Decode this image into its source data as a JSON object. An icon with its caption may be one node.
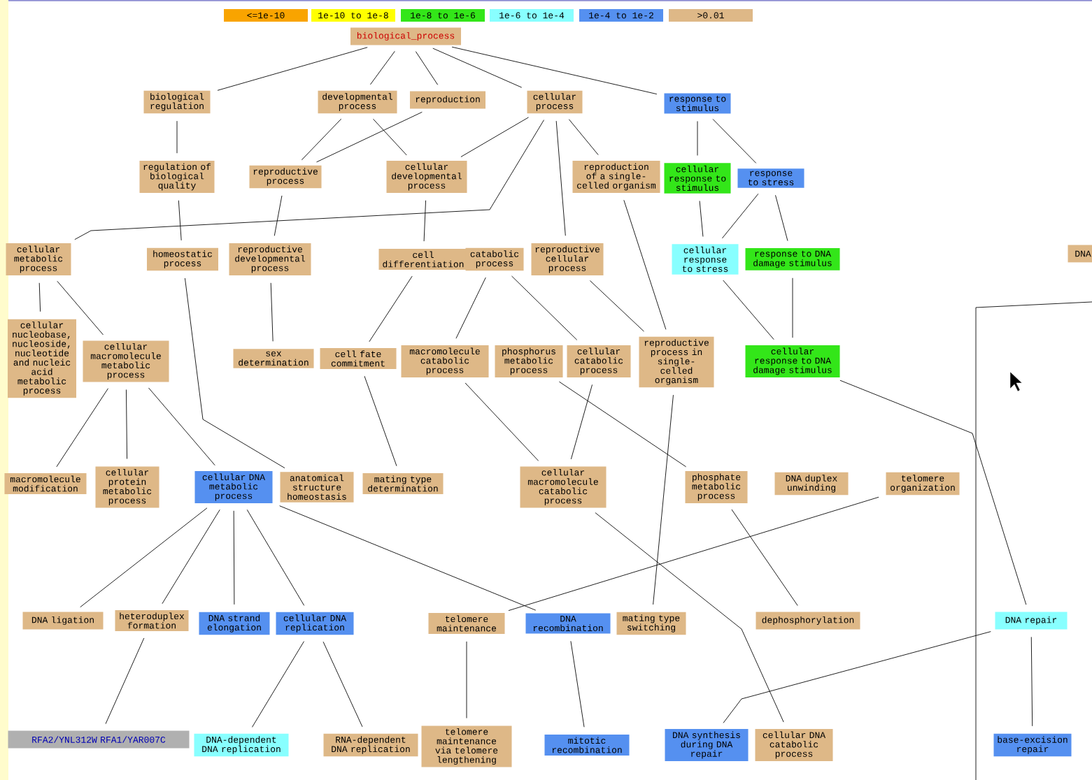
{
  "diagram": {
    "nodes": [
      {
        "text": [
          "biological_process"
        ]
      },
      {
        "text": [
          "biological regulation"
        ]
      },
      {
        "text": [
          "developmental process"
        ]
      },
      {
        "text": [
          "reproduction"
        ]
      },
      {
        "text": [
          "cellular process"
        ]
      },
      {
        "text": [
          "response to stimulus"
        ]
      },
      {
        "text": [
          "regulation of biological quality"
        ]
      },
      {
        "text": [
          "reproductive process"
        ]
      },
      {
        "text": [
          "cellular developmental process"
        ]
      },
      {
        "text": [
          "reproduction of a single-celled organism"
        ]
      },
      {
        "text": [
          "cellular response to stimulus"
        ]
      },
      {
        "text": [
          "response to stress"
        ]
      },
      {
        "text": [
          "cellular metabolic process"
        ]
      },
      {
        "text": [
          "homeostatic process"
        ]
      },
      {
        "text": [
          "reproductive developmental process"
        ]
      },
      {
        "text": [
          "cell differentiation"
        ]
      },
      {
        "text": [
          "catabolic process"
        ]
      },
      {
        "text": [
          "reproductive cellular process"
        ]
      },
      {
        "text": [
          "cellular response to stress"
        ]
      },
      {
        "text": [
          "response to DNA damage stimulus"
        ]
      },
      {
        "text": [
          "DNA"
        ]
      },
      {
        "text": [
          "cellular nucleobase, nucleoside, nucleotide and nucleic acid metabolic process"
        ]
      },
      {
        "text": [
          "cellular macromolecule metabolic process"
        ]
      },
      {
        "text": [
          "sex determination"
        ]
      },
      {
        "text": [
          "cell fate commitment"
        ]
      },
      {
        "text": [
          "macromolecule catabolic process"
        ]
      },
      {
        "text": [
          "phosphorus metabolic process"
        ]
      },
      {
        "text": [
          "cellular catabolic process"
        ]
      },
      {
        "text": [
          "reproductive process in single-celled organism"
        ]
      },
      {
        "text": [
          "cellular response to DNA damage stimulus"
        ]
      },
      {
        "text": [
          "macromolecule modification"
        ]
      },
      {
        "text": [
          "cellular protein metabolic process"
        ]
      },
      {
        "text": [
          "cellular DNA metabolic process"
        ]
      },
      {
        "text": [
          "anatomical structure homeostasis"
        ]
      },
      {
        "text": [
          "mating type determination"
        ]
      },
      {
        "text": [
          "cellular macromolecule catabolic process"
        ]
      },
      {
        "text": [
          "phosphate metabolic process"
        ]
      },
      {
        "text": [
          "DNA duplex unwinding"
        ]
      },
      {
        "text": [
          "telomere organization"
        ]
      },
      {
        "text": [
          "DNA ligation"
        ]
      },
      {
        "text": [
          "heteroduplex formation"
        ]
      },
      {
        "text": [
          "DNA strand elongation"
        ]
      },
      {
        "text": [
          "cellular DNA replication"
        ]
      },
      {
        "text": [
          "telomere maintenance"
        ]
      },
      {
        "text": [
          "DNA recombination"
        ]
      },
      {
        "text": [
          "mating type switching"
        ]
      },
      {
        "text": [
          "dephosphorylation"
        ]
      },
      {
        "text": [
          "DNA repair"
        ]
      },
      {
        "text": [
          "RFA2/YNL312W RFA1/YAR007C"
        ]
      },
      {
        "text": [
          "DNA-dependent DNA replication"
        ]
      },
      {
        "text": [
          "RNA-dependent DNA replication"
        ]
      },
      {
        "text": [
          "telomere maintenance via telomere lengthening"
        ]
      },
      {
        "text": [
          "mitotic recombination"
        ]
      },
      {
        "text": [
          "DNA synthesis during DNA repair"
        ]
      },
      {
        "text": [
          "cellular DNA catabolic process"
        ]
      },
      {
        "text": [
          "base-excision repair"
        ]
      }
    ],
    "edges": [
      {
        "from": 0,
        "to": 1,
        "arrow": "none"
      },
      {
        "from": 0,
        "to": 2,
        "arrow": "none"
      },
      {
        "from": 0,
        "to": 3,
        "arrow": "none"
      },
      {
        "from": 0,
        "to": 4,
        "arrow": "none"
      },
      {
        "from": 0,
        "to": 5,
        "arrow": "none"
      },
      {
        "from": 1,
        "to": 6,
        "arrow": "none"
      },
      {
        "from": 2,
        "to": 7,
        "arrow": "none"
      },
      {
        "from": 3,
        "to": 7,
        "arrow": "none"
      },
      {
        "from": 2,
        "to": 8,
        "arrow": "none"
      },
      {
        "from": 4,
        "to": 8,
        "arrow": "none"
      },
      {
        "from": 4,
        "to": 9,
        "arrow": "none"
      },
      {
        "from": 5,
        "to": 10,
        "arrow": "none"
      },
      {
        "from": 5,
        "to": 11,
        "arrow": "none"
      },
      {
        "from": 4,
        "to": 12,
        "arrow": "none"
      },
      {
        "from": 6,
        "to": 13,
        "arrow": "none"
      },
      {
        "from": 7,
        "to": 14,
        "arrow": "none"
      },
      {
        "from": 8,
        "to": 15,
        "arrow": "none"
      },
      {
        "from": 4,
        "to": 17,
        "arrow": "none"
      },
      {
        "from": 10,
        "to": 18,
        "arrow": "none"
      },
      {
        "from": 11,
        "to": 18,
        "arrow": "none"
      },
      {
        "from": 11,
        "to": 19,
        "arrow": "none"
      },
      {
        "from": 12,
        "to": 21,
        "arrow": "none"
      },
      {
        "from": 12,
        "to": 22,
        "arrow": "none"
      },
      {
        "from": 14,
        "to": 23,
        "arrow": "none"
      },
      {
        "from": 15,
        "to": 24,
        "arrow": "none"
      },
      {
        "from": 16,
        "to": 25,
        "arrow": "none"
      },
      {
        "from": 16,
        "to": 27,
        "arrow": "none"
      },
      {
        "from": 17,
        "to": 28,
        "arrow": "none"
      },
      {
        "from": 9,
        "to": 28,
        "arrow": "none"
      },
      {
        "from": 18,
        "to": 29,
        "arrow": "none"
      },
      {
        "from": 19,
        "to": 29,
        "arrow": "none"
      },
      {
        "from": 22,
        "to": 30,
        "arrow": "none"
      },
      {
        "from": 22,
        "to": 31,
        "arrow": "none"
      },
      {
        "from": 22,
        "to": 32,
        "arrow": "none"
      },
      {
        "from": 13,
        "to": 33,
        "arrow": "none"
      },
      {
        "from": 24,
        "to": 34,
        "arrow": "none"
      },
      {
        "from": 25,
        "to": 35,
        "arrow": "none"
      },
      {
        "from": 27,
        "to": 35,
        "arrow": "none"
      },
      {
        "from": 26,
        "to": 36,
        "arrow": "none"
      },
      {
        "from": 32,
        "to": 39,
        "arrow": "none"
      },
      {
        "from": 32,
        "to": 40,
        "arrow": "none"
      },
      {
        "from": 32,
        "to": 41,
        "arrow": "none"
      },
      {
        "from": 32,
        "to": 42,
        "arrow": "none"
      },
      {
        "from": 38,
        "to": 43,
        "arrow": "none"
      },
      {
        "from": 32,
        "to": 44,
        "arrow": "none"
      },
      {
        "from": 28,
        "to": 45,
        "arrow": "none"
      },
      {
        "from": 36,
        "to": 46,
        "arrow": "none"
      },
      {
        "from": 29,
        "to": 47,
        "arrow": "none"
      },
      {
        "from": 40,
        "to": 48,
        "arrow": "none"
      },
      {
        "from": 42,
        "to": 49,
        "arrow": "none"
      },
      {
        "from": 42,
        "to": 50,
        "arrow": "none"
      },
      {
        "from": 43,
        "to": 51,
        "arrow": "none"
      },
      {
        "from": 44,
        "to": 52,
        "arrow": "none"
      },
      {
        "from": 47,
        "to": 53,
        "arrow": "none"
      },
      {
        "from": 35,
        "to": 54,
        "arrow": "none"
      },
      {
        "from": 47,
        "to": 55,
        "arrow": "none"
      }
    ],
    "legend": [
      {
        "text": "<=1e-10",
        "color": "#f9a400"
      },
      {
        "text": "1e-10 to 1e-8",
        "color": "#ffff00"
      },
      {
        "text": "1e-8 to 1e-6",
        "color": "#33e619"
      },
      {
        "text": "1e-6 to 1e-4",
        "color": "#88ffff"
      },
      {
        "text": "1e-4 to 1e-2",
        "color": "#5590f0"
      },
      {
        "text": ">0.01",
        "color": "#deb887"
      }
    ]
  }
}
